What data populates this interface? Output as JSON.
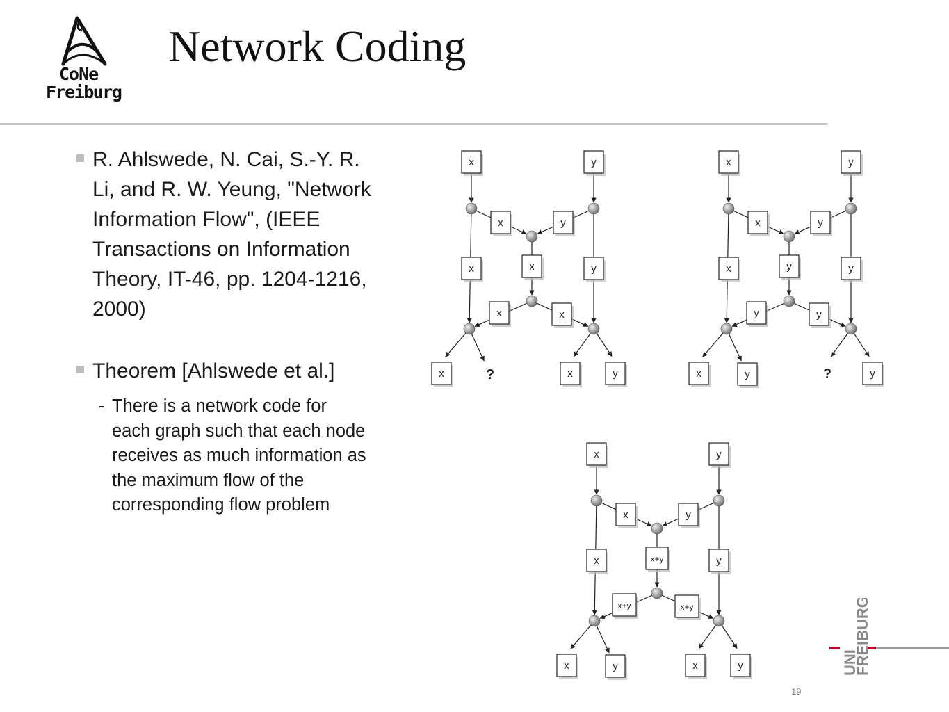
{
  "logo": {
    "line1": "CoNe",
    "line2": "Freiburg",
    "icon": "cone-freiburg-logo"
  },
  "title": "Network Coding",
  "bullets": [
    {
      "text": "R. Ahlswede, N. Cai, S.-Y. R. Li, and R. W. Yeung, \"Network Information Flow\", (IEEE Transactions on Information Theory, IT-46, pp. 1204-1216, 2000)"
    },
    {
      "text": "Theorem [Ahlswede  et al.]",
      "sub": {
        "dash": "-",
        "text": "There is a network code for each graph such that each node receives as much information as the maximum flow of the corresponding flow problem"
      }
    }
  ],
  "diagrams": {
    "top_left": {
      "sources": [
        "x",
        "y"
      ],
      "upper_middle": [
        "x",
        "y"
      ],
      "center": [
        "x",
        "x",
        "y"
      ],
      "lower_middle": [
        "x",
        "x"
      ],
      "outputs": [
        "x",
        "?",
        "x",
        "y"
      ]
    },
    "top_right": {
      "sources": [
        "x",
        "y"
      ],
      "upper_middle": [
        "x",
        "y"
      ],
      "center": [
        "x",
        "y",
        "y"
      ],
      "lower_middle": [
        "y",
        "y"
      ],
      "outputs": [
        "x",
        "y",
        "?",
        "y"
      ]
    },
    "bottom": {
      "sources": [
        "x",
        "y"
      ],
      "upper_middle": [
        "x",
        "y"
      ],
      "center": [
        "x",
        "x+y",
        "y"
      ],
      "lower_middle": [
        "x+y",
        "x+y"
      ],
      "outputs": [
        "x",
        "y",
        "x",
        "y"
      ]
    }
  },
  "page_number": "19",
  "university_logo": {
    "line1": "UNI",
    "line2": "FREIBURG",
    "accent_color": "#c1002a"
  }
}
